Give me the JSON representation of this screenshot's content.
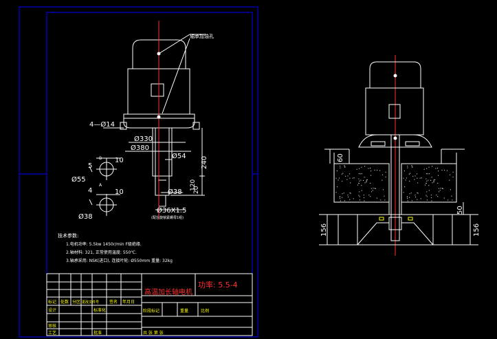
{
  "labels": {
    "oil_hole": "轴承加油孔",
    "bolt_holes": "4—Ø14",
    "dia_330": "Ø330",
    "dia_380": "Ø380",
    "dia_54": "Ø54",
    "dim_240": "240",
    "dim_120": "120",
    "dim_20": "20",
    "dia_38": "Ø38",
    "thread": "Ø36X1.5",
    "thread_note": "(配左旋锁紧螺母1组)",
    "dia_55": "Ø55",
    "dia_38b": "Ø38",
    "sec_b": "B",
    "sec_a": "A",
    "dim_5": "5",
    "dim_10a": "10",
    "dim_4": "4",
    "dim_10b": "10",
    "dim_60": "60",
    "dim_50": "50",
    "dim_156_left": "156",
    "dim_156_right": "156"
  },
  "tech": {
    "title": "技术参数:",
    "line1": "1.电机功率: 5.5kw   1450r/min   F级绝缘.",
    "line2": "2.轴材料: 321, 正常使用温度: 550℃.",
    "line3": "3.轴承采用: NSK(进口), 连接叶轮: Ø550mm  重量: 32kg"
  },
  "title_block": {
    "name": "高温加长轴电机",
    "power": "功率: 5.5-4",
    "row_labels": [
      "标记",
      "处数",
      "分区",
      "更改文件号",
      "签名",
      "年月日"
    ],
    "designer": "设计",
    "standardize": "标准化",
    "review": "审核",
    "process": "工艺",
    "approve": "批准",
    "stage_mark": "阶段标记",
    "weight": "重量",
    "scale": "比例",
    "sheets": "共   张 第   张"
  },
  "colors": {
    "frame": "#0000ff",
    "line": "#ffffff",
    "center": "#ff3030",
    "hatch": "#ffffff"
  }
}
